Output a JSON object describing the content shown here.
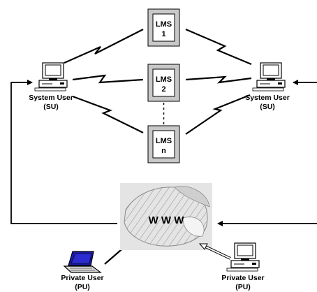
{
  "lms_servers": [
    {
      "line1": "LMS",
      "line2": "1"
    },
    {
      "line1": "LMS",
      "line2": "2"
    },
    {
      "line1": "LMS",
      "line2": "n"
    }
  ],
  "system_users": [
    {
      "line1": "System User",
      "line2": "(SU)"
    },
    {
      "line1": "System User",
      "line2": "(SU)"
    }
  ],
  "private_users": [
    {
      "line1": "Private User",
      "line2": "(PU)"
    },
    {
      "line1": "Private User",
      "line2": "(PU)"
    }
  ],
  "www": {
    "label": "W W W"
  },
  "icons": {
    "server": "server-box-icon",
    "desktop": "desktop-computer-icon",
    "laptop": "laptop-icon",
    "wireless": "lightning-bolt-link-icon",
    "globe": "world-globe-icon"
  },
  "colors": {
    "server_fill": "#c8c8c8",
    "server_inner": "#ffffff",
    "line": "#000000",
    "globe_bg": "#e4e4e4",
    "laptop_screen": "#1a1aa8"
  }
}
